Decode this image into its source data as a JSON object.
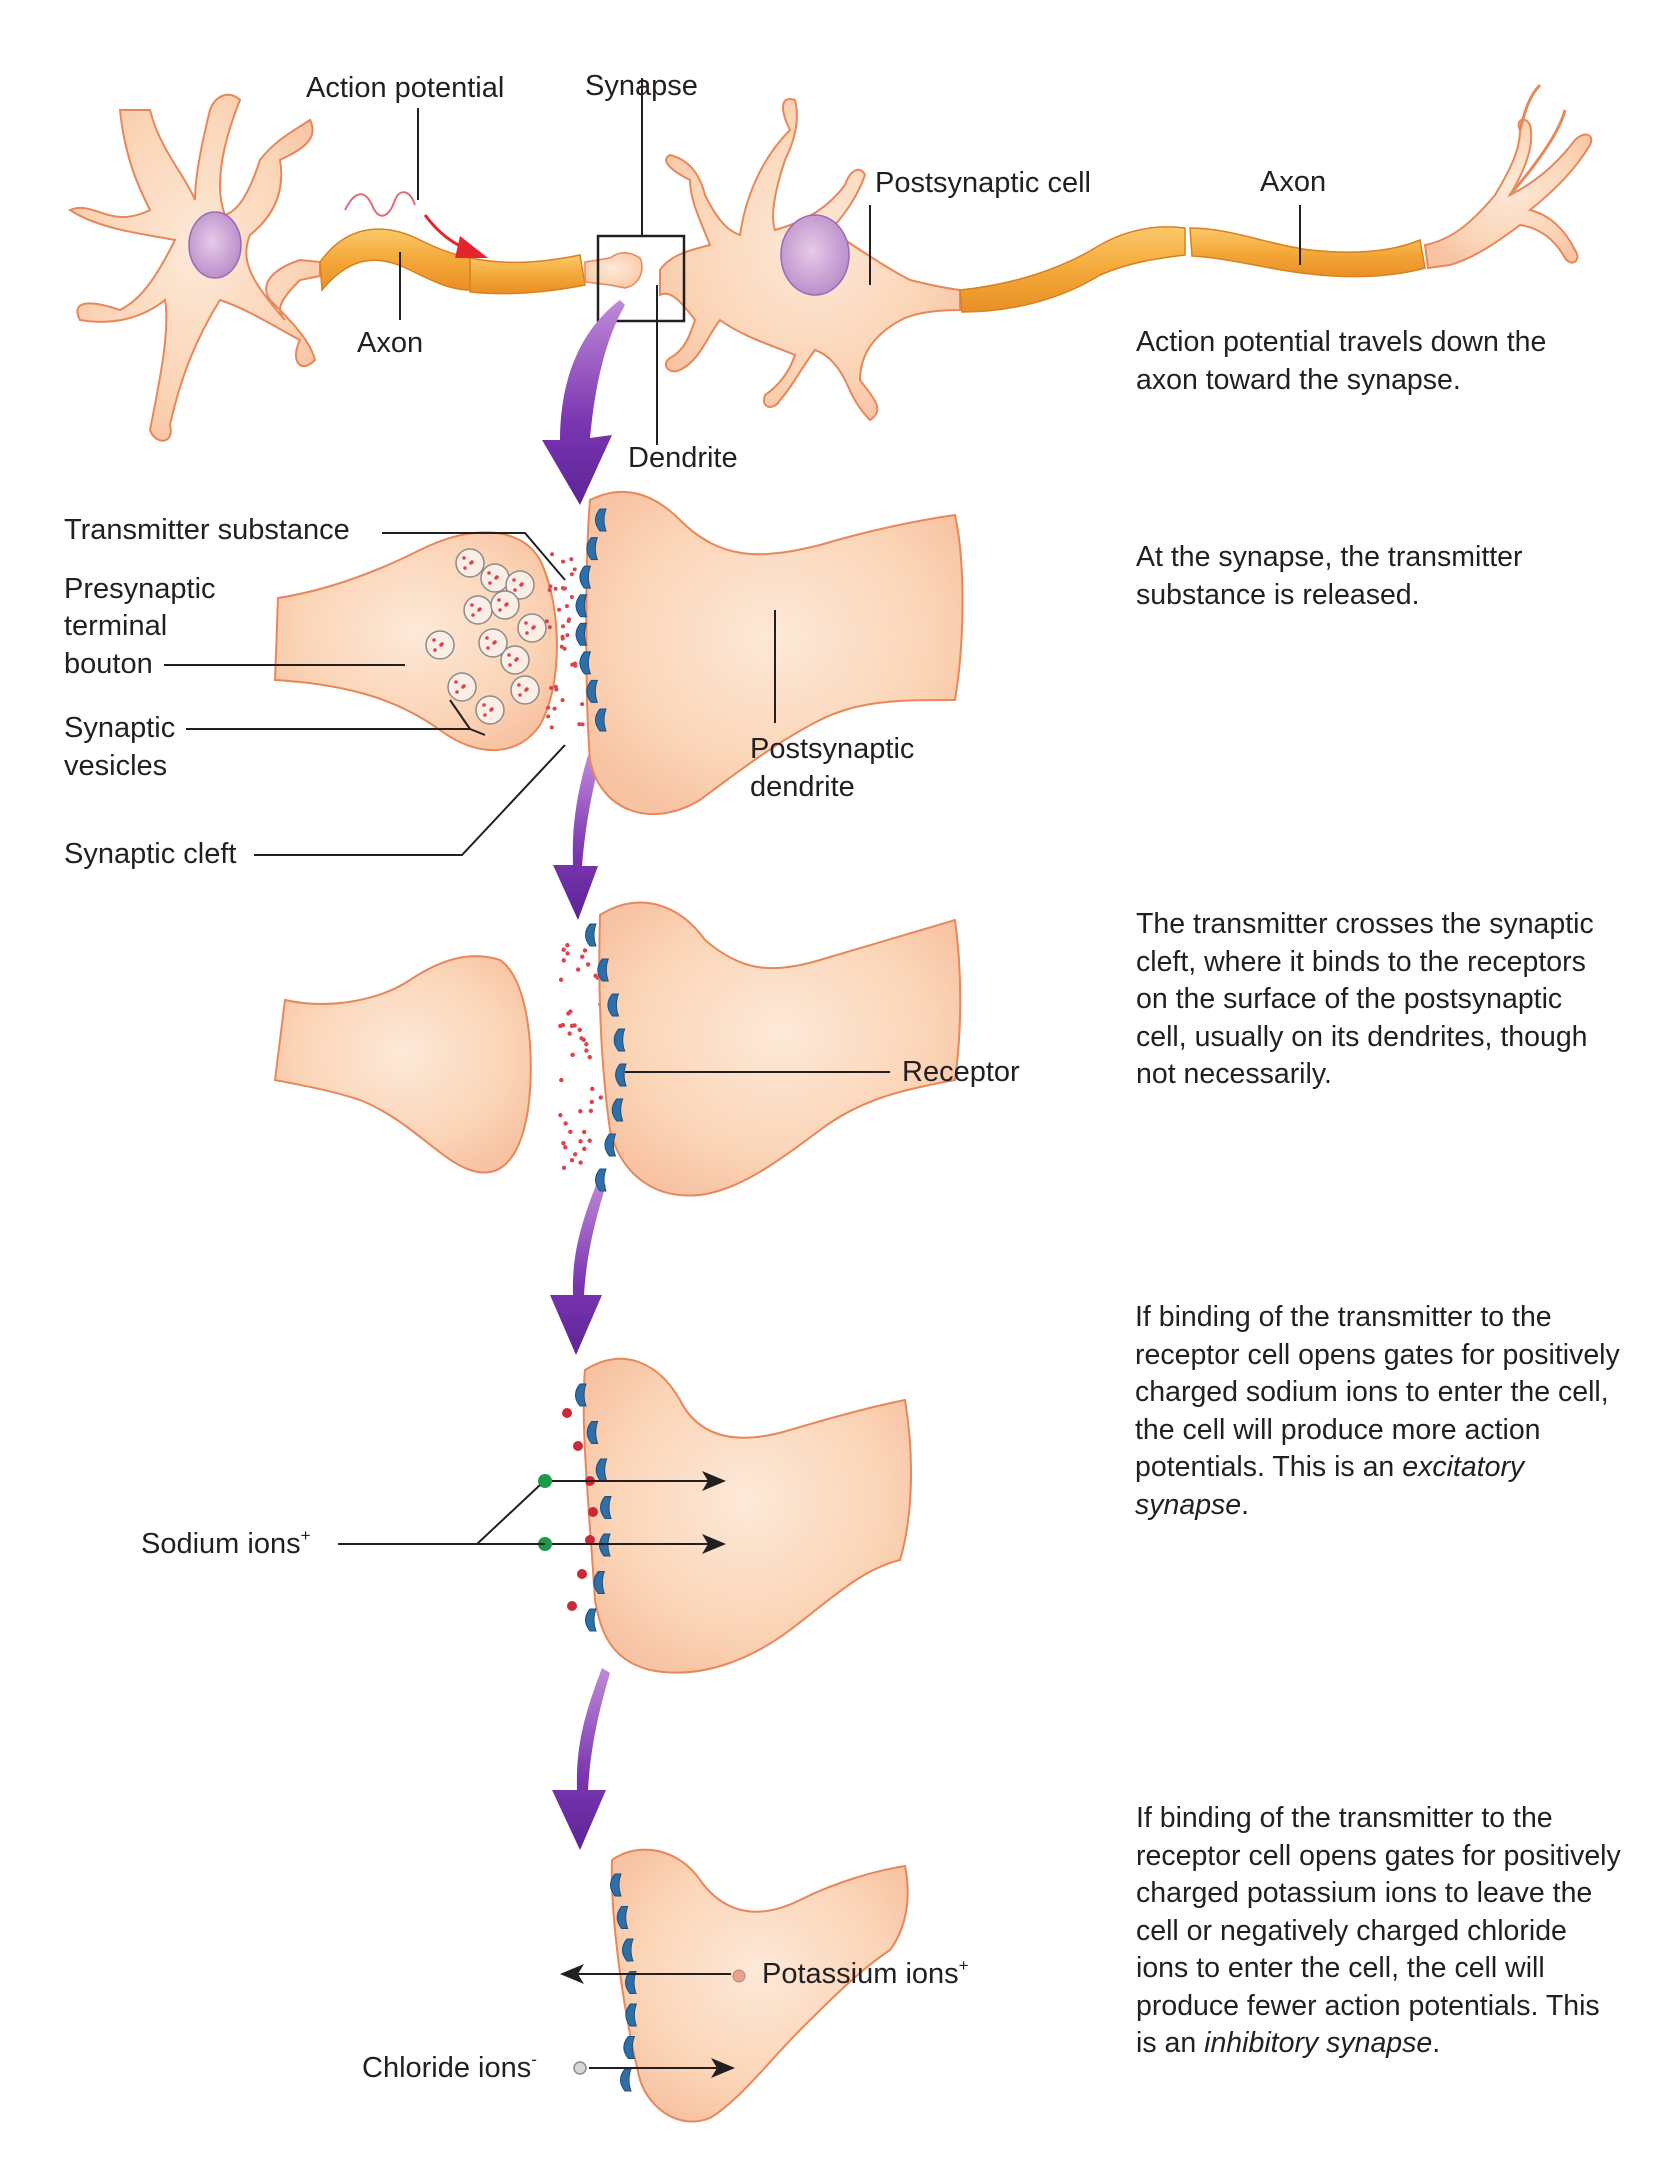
{
  "figure": {
    "title": "Synaptic transmission",
    "colors": {
      "membrane_fill": "#fbd9bd",
      "membrane_outline": "#e8875a",
      "myelin": "#f4a93a",
      "nucleus": "#b98ac8",
      "flow_arrow": "#6a2ea0",
      "receptor": "#2f6fa8",
      "transmitter_dot": "#e0424a",
      "sodium_ion": "#1c9a4a",
      "potassium_ion": "#e9a38c",
      "chloride_ion": "#b9b9b9",
      "action_potential_arrow": "#e3262c",
      "leader_line": "#231f20"
    }
  },
  "panels": [
    {
      "id": "neuron-overview",
      "labels": {
        "action_potential": "Action potential",
        "synapse": "Synapse",
        "axon_left": "Axon",
        "dendrite": "Dendrite",
        "postsynaptic_cell": "Postsynaptic cell",
        "axon_right": "Axon"
      },
      "description": "Action potential travels down the axon toward the synapse."
    },
    {
      "id": "transmitter-release",
      "labels": {
        "transmitter_substance": "Transmitter substance",
        "presynaptic_terminal_bouton": [
          "Presynaptic",
          "terminal",
          "bouton"
        ],
        "synaptic_vesicles": [
          "Synaptic",
          "vesicles"
        ],
        "synaptic_cleft": "Synaptic cleft",
        "postsynaptic_dendrite": [
          "Postsynaptic",
          "dendrite"
        ]
      },
      "description": "At the synapse, the transmitter substance is released."
    },
    {
      "id": "receptor-binding",
      "labels": {
        "receptor": "Receptor"
      },
      "description": "The transmitter crosses the synaptic cleft, where it binds to the receptors on the surface of the postsynaptic cell, usually on its dendrites, though not necessarily."
    },
    {
      "id": "excitatory",
      "labels": {
        "sodium_ions": "Sodium ions",
        "sodium_charge": "+"
      },
      "description": "If binding of the transmitter to the receptor cell opens gates for positively charged sodium ions to enter the cell, the cell will produce more action potentials. This is an",
      "description_emphasis": "excitatory synapse",
      "description_end": "."
    },
    {
      "id": "inhibitory",
      "labels": {
        "potassium_ions": "Potassium ions",
        "potassium_charge": "+",
        "chloride_ions": "Chloride ions",
        "chloride_charge": "-"
      },
      "description": "If binding of the transmitter to the receptor cell opens gates for positively charged potassium ions to leave the cell or negatively charged chloride ions to enter the cell, the cell will produce fewer action potentials. This is an",
      "description_emphasis": "inhibitory synapse",
      "description_end": "."
    }
  ]
}
